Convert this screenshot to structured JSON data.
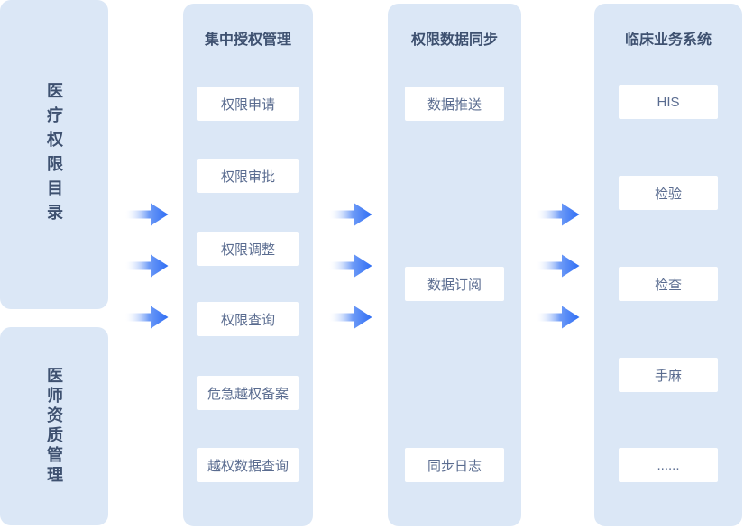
{
  "diagram": {
    "sources": [
      {
        "label": "医疗权限目录"
      },
      {
        "label": "医师资质管理"
      }
    ],
    "columns": [
      {
        "title": "集中授权管理",
        "items": [
          {
            "label": "权限申请"
          },
          {
            "label": "权限审批"
          },
          {
            "label": "权限调整"
          },
          {
            "label": "权限查询"
          },
          {
            "label": "危急越权备案"
          },
          {
            "label": "越权数据查询"
          }
        ]
      },
      {
        "title": "权限数据同步",
        "items": [
          {
            "label": "数据推送"
          },
          {
            "label": "数据订阅"
          },
          {
            "label": "同步日志"
          }
        ]
      },
      {
        "title": "临床业务系统",
        "items": [
          {
            "label": "HIS"
          },
          {
            "label": "检验"
          },
          {
            "label": "检查"
          },
          {
            "label": "手麻"
          },
          {
            "label": "......"
          }
        ]
      }
    ],
    "colors": {
      "panel_bg": "#dbe7f6",
      "card_bg": "#ffffff",
      "heading_text": "#3e5170",
      "item_text": "#5a6c90",
      "arrow_blue": "#2e6df4"
    }
  }
}
